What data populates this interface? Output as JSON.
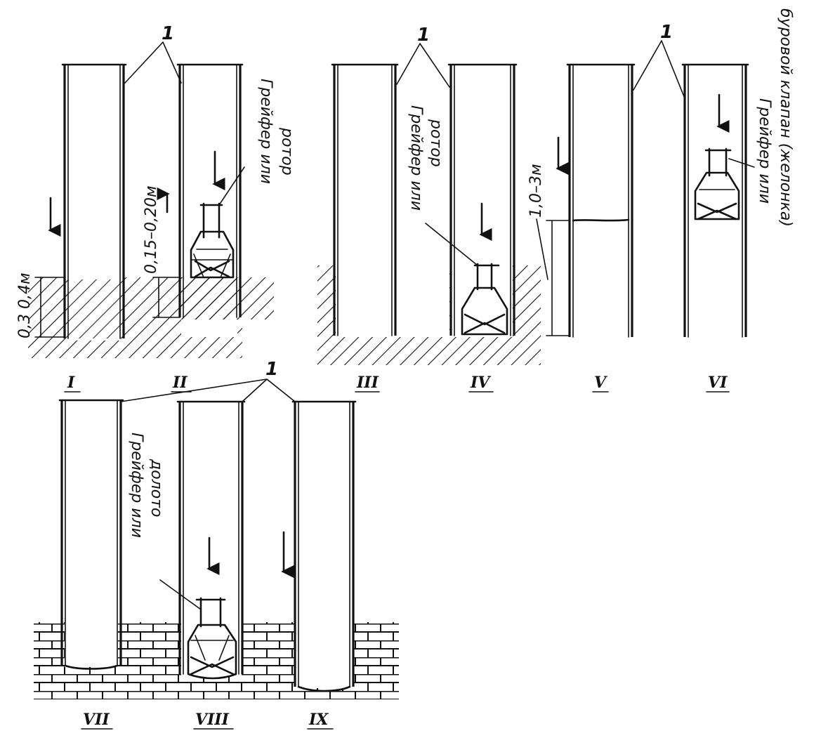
{
  "callout_number": "1",
  "panels": [
    {
      "id": "I",
      "caption": "I"
    },
    {
      "id": "II",
      "caption": "II"
    },
    {
      "id": "III",
      "caption": "III"
    },
    {
      "id": "IV",
      "caption": "IV"
    },
    {
      "id": "V",
      "caption": "V"
    },
    {
      "id": "VI",
      "caption": "VI"
    },
    {
      "id": "VII",
      "caption": "VII"
    },
    {
      "id": "VIII",
      "caption": "VIII"
    },
    {
      "id": "IX",
      "caption": "IX"
    }
  ],
  "dimensions": {
    "panel_I": "0,3 0,4м",
    "panel_II": "0,15–0,20м",
    "panel_V": "1,0–3м"
  },
  "tool_labels": {
    "panel_II_line1": "Грейфер или",
    "panel_II_line2": "ротор",
    "panel_IV_line1": "Грейфер или",
    "panel_IV_line2": "ротор",
    "panel_VI_line1": "Грейфер или",
    "panel_VI_line2": "буровой клапан (желонка)",
    "panel_VIII_line1": "Грейфер или",
    "panel_VIII_line2": "долото"
  },
  "colors": {
    "ink": "#111111",
    "background": "#ffffff"
  }
}
